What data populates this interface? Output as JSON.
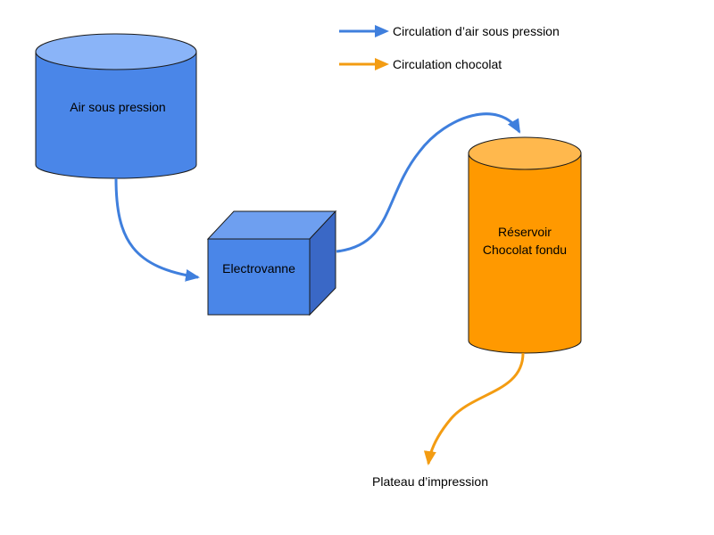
{
  "colors": {
    "air": "#3f7fdd",
    "air_fill": "#4a86e8",
    "air_top": "#8ab4f8",
    "air_side": "#3a68c6",
    "chocolate": "#f39c12",
    "chocolate_fill": "#ff9900",
    "chocolate_top": "#ffb84d",
    "outline": "#1b1b1b"
  },
  "legend": {
    "air_label": "Circulation d’air sous pression",
    "chocolate_label": "Circulation chocolat"
  },
  "nodes": {
    "air_tank_label": "Air sous pression",
    "valve_label": "Electrovanne",
    "reservoir_label_line1": "Réservoir",
    "reservoir_label_line2": "Chocolat fondu",
    "plate_label": "Plateau d’impression"
  }
}
